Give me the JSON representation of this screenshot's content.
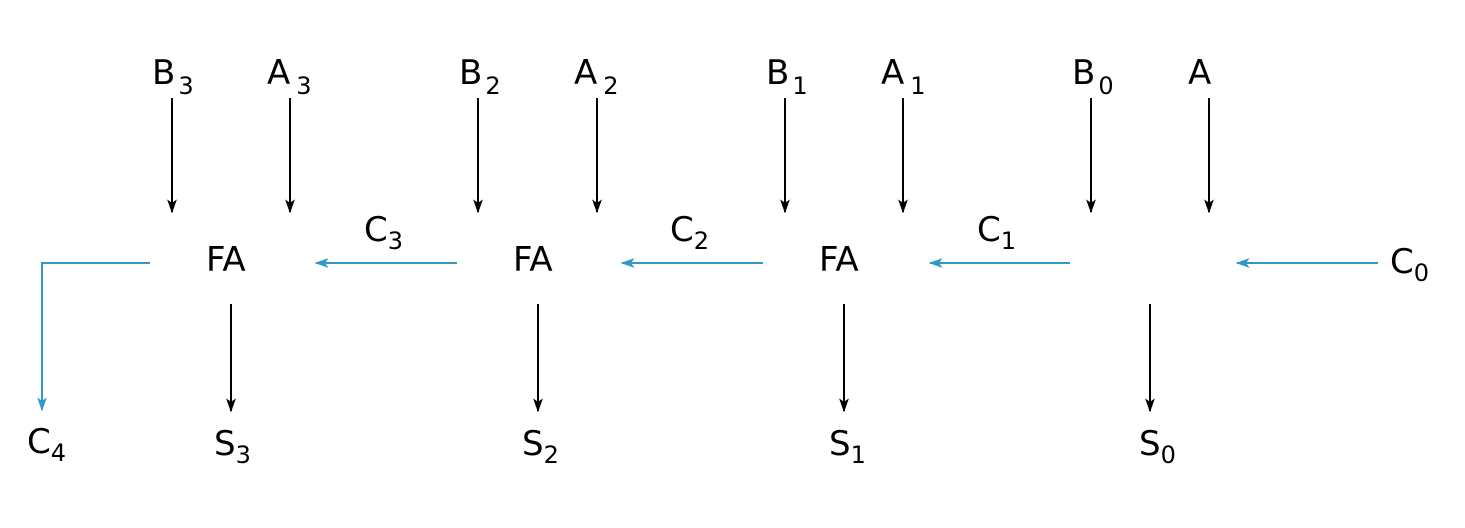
{
  "colors": {
    "signal": "#000000",
    "carry": "#2e9bc6",
    "background": "#ffffff"
  },
  "inputs": [
    {
      "b_base": "B",
      "b_sub": "3",
      "a_base": "A",
      "a_sub": "3"
    },
    {
      "b_base": "B",
      "b_sub": "2",
      "a_base": "A",
      "a_sub": "2"
    },
    {
      "b_base": "B",
      "b_sub": "1",
      "a_base": "A",
      "a_sub": "1"
    },
    {
      "b_base": "B",
      "b_sub": "0",
      "a_base": "A",
      "a_sub": ""
    }
  ],
  "blocks": [
    "FA",
    "FA",
    "FA",
    ""
  ],
  "carries": {
    "c3": {
      "base": "C",
      "sub": "3"
    },
    "c2": {
      "base": "C",
      "sub": "2"
    },
    "c1": {
      "base": "C",
      "sub": "1"
    },
    "c0": {
      "base": "C",
      "sub": "0"
    },
    "c4": {
      "base": "C",
      "sub": "4"
    }
  },
  "sums": [
    {
      "base": "S",
      "sub": "3"
    },
    {
      "base": "S",
      "sub": "2"
    },
    {
      "base": "S",
      "sub": "1"
    },
    {
      "base": "S",
      "sub": "0"
    }
  ]
}
